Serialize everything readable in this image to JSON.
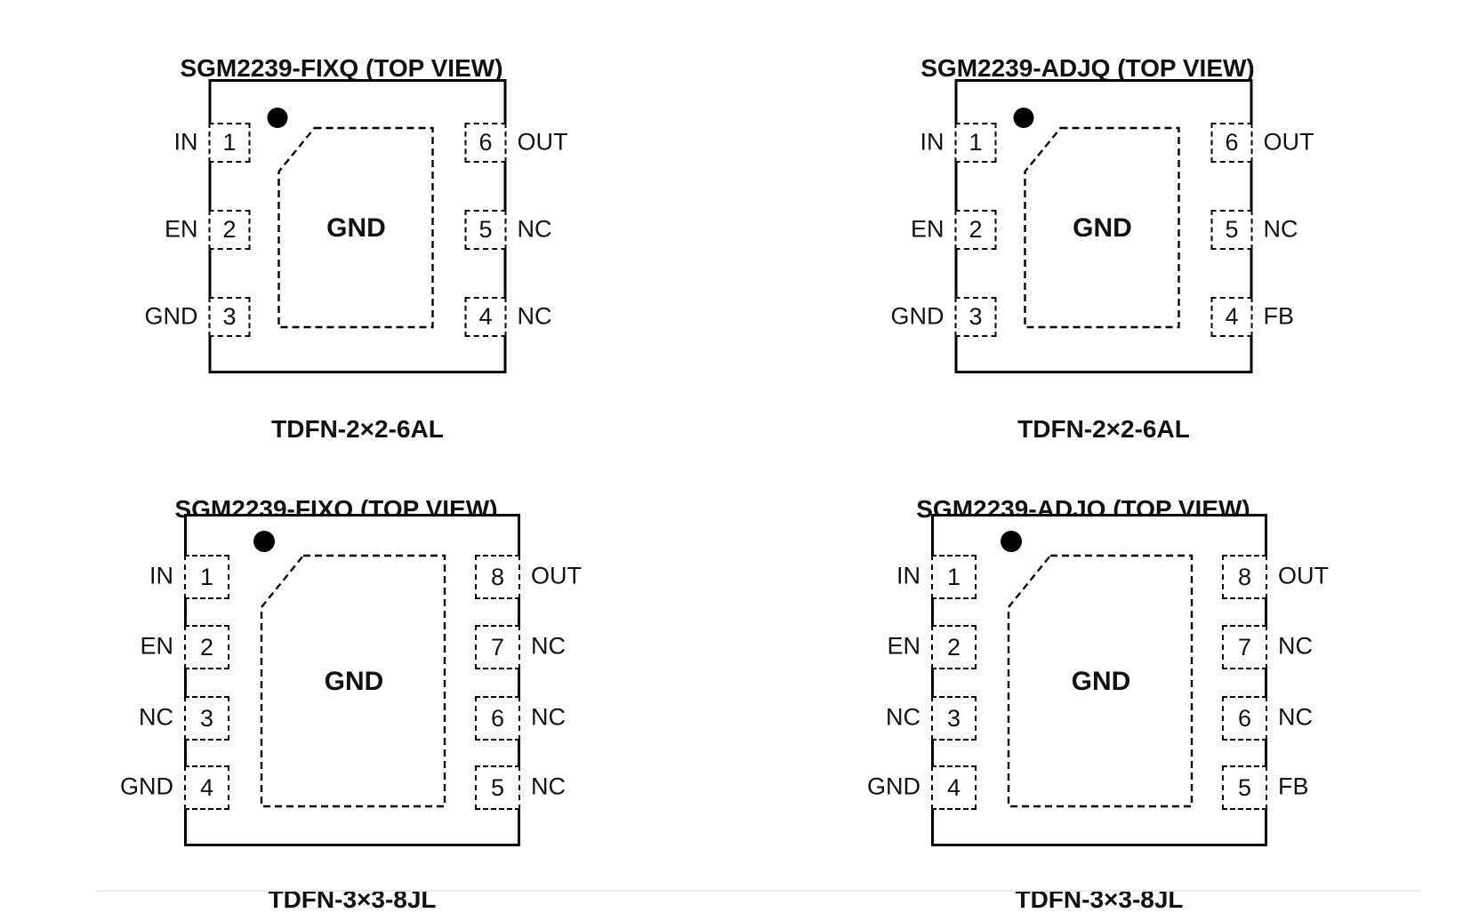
{
  "figure": {
    "line_color": "#000000",
    "text_color": "#111111",
    "divider_color": "#e8edf0"
  },
  "diagrams": [
    {
      "title": "SGM2239-FIXQ (TOP VIEW)",
      "package_name": "TDFN-2×2-6AL",
      "center_pad_label": "GND",
      "left_pins": [
        {
          "number": "1",
          "label": "IN"
        },
        {
          "number": "2",
          "label": "EN"
        },
        {
          "number": "3",
          "label": "GND"
        }
      ],
      "right_pins": [
        {
          "number": "6",
          "label": "OUT"
        },
        {
          "number": "5",
          "label": "NC"
        },
        {
          "number": "4",
          "label": "NC"
        }
      ]
    },
    {
      "title": "SGM2239-ADJQ (TOP VIEW)",
      "package_name": "TDFN-2×2-6AL",
      "center_pad_label": "GND",
      "left_pins": [
        {
          "number": "1",
          "label": "IN"
        },
        {
          "number": "2",
          "label": "EN"
        },
        {
          "number": "3",
          "label": "GND"
        }
      ],
      "right_pins": [
        {
          "number": "6",
          "label": "OUT"
        },
        {
          "number": "5",
          "label": "NC"
        },
        {
          "number": "4",
          "label": "FB"
        }
      ]
    },
    {
      "title": "SGM2239-FIXQ (TOP VIEW)",
      "package_name": "TDFN-3×3-8JL",
      "center_pad_label": "GND",
      "left_pins": [
        {
          "number": "1",
          "label": "IN"
        },
        {
          "number": "2",
          "label": "EN"
        },
        {
          "number": "3",
          "label": "NC"
        },
        {
          "number": "4",
          "label": "GND"
        }
      ],
      "right_pins": [
        {
          "number": "8",
          "label": "OUT"
        },
        {
          "number": "7",
          "label": "NC"
        },
        {
          "number": "6",
          "label": "NC"
        },
        {
          "number": "5",
          "label": "NC"
        }
      ]
    },
    {
      "title": "SGM2239-ADJQ (TOP VIEW)",
      "package_name": "TDFN-3×3-8JL",
      "center_pad_label": "GND",
      "left_pins": [
        {
          "number": "1",
          "label": "IN"
        },
        {
          "number": "2",
          "label": "EN"
        },
        {
          "number": "3",
          "label": "NC"
        },
        {
          "number": "4",
          "label": "GND"
        }
      ],
      "right_pins": [
        {
          "number": "8",
          "label": "OUT"
        },
        {
          "number": "7",
          "label": "NC"
        },
        {
          "number": "6",
          "label": "NC"
        },
        {
          "number": "5",
          "label": "FB"
        }
      ]
    }
  ]
}
